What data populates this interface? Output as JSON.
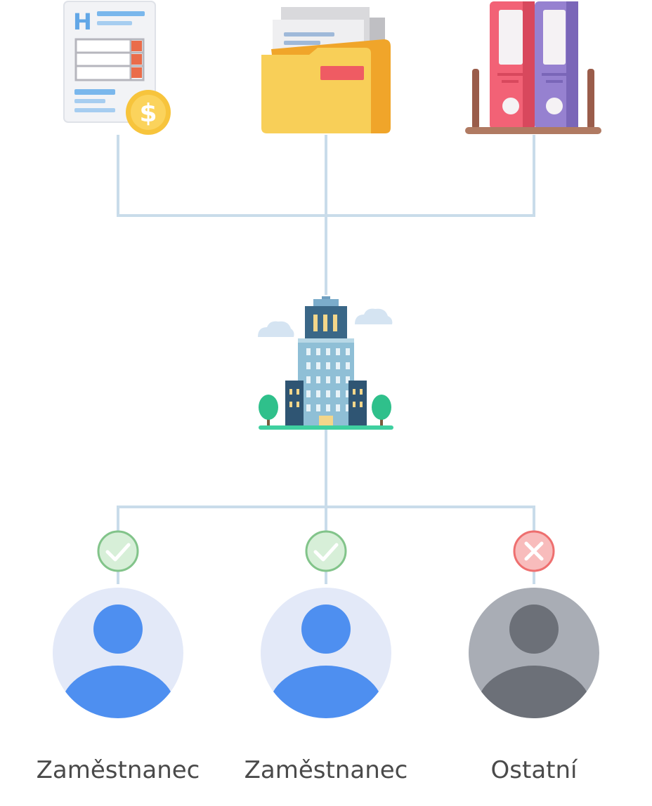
{
  "people": [
    {
      "label": "Zaměstnanec",
      "access": "granted",
      "status_icon": "check-icon",
      "avatar_style": "active"
    },
    {
      "label": "Zaměstnanec",
      "access": "granted",
      "status_icon": "check-icon",
      "avatar_style": "active"
    },
    {
      "label": "Ostatní",
      "access": "denied",
      "status_icon": "cross-icon",
      "avatar_style": "inactive"
    }
  ],
  "icons": {
    "invoice": "invoice-icon",
    "folder": "folder-icon",
    "binders": "binders-icon",
    "company": "company-building-icon"
  },
  "colors": {
    "connector": "#c9dcea",
    "granted": "#82c48a",
    "denied": "#ee6f6f",
    "avatar_active_bg": "#e3e9f8",
    "avatar_active_fg": "#4e8ff0",
    "avatar_inactive_bg": "#a9adb5",
    "avatar_inactive_fg": "#6c7078"
  }
}
